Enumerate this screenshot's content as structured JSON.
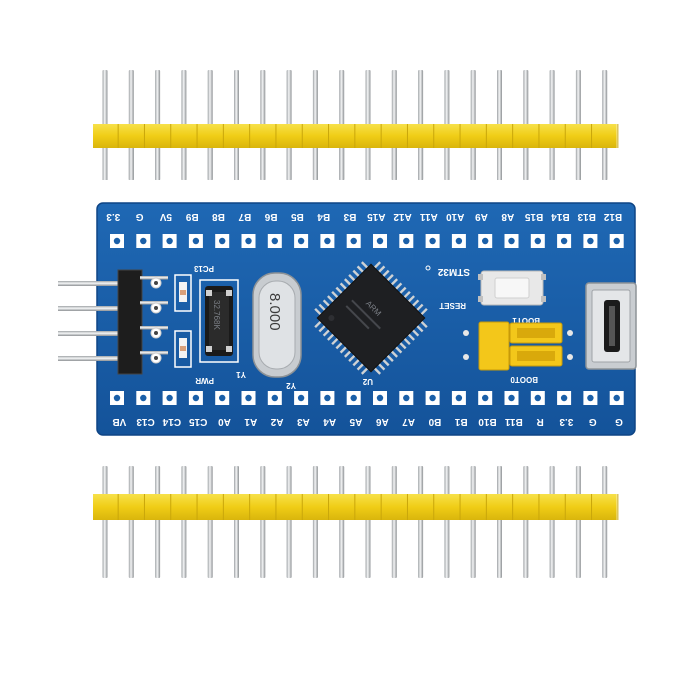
{
  "board": {
    "top_labels": [
      "B12",
      "B13",
      "B14",
      "B15",
      "A8",
      "A9",
      "A10",
      "A11",
      "A12",
      "A15",
      "B3",
      "B4",
      "B5",
      "B6",
      "B7",
      "B8",
      "B9",
      "5V",
      "G",
      "3.3"
    ],
    "bottom_labels": [
      "G",
      "G",
      "3.3",
      "R",
      "B11",
      "B10",
      "B1",
      "B0",
      "A7",
      "A6",
      "A5",
      "A4",
      "A3",
      "A2",
      "A1",
      "A0",
      "C15",
      "C14",
      "C13",
      "VB"
    ],
    "pc13_label": "PC13",
    "pwr_label": "PWR",
    "y1_label": "Y1",
    "y2_label": "Y2",
    "u2_label": "U2",
    "stm32_label": "STM32",
    "reset_label": "RESET",
    "boot0_label": "BOOT0",
    "boot1_label": "BOOT1",
    "crystal_text": "8.000",
    "small_crystal_text": "32.768K",
    "chip_text": "ARM"
  },
  "colors": {
    "pcb": "#1a5fa8",
    "pin_plastic": "#f2d21c",
    "pin_metal": "#cfd2d4",
    "silkscreen": "#ffffff"
  },
  "header_top_pins": 20,
  "header_bottom_pins": 20,
  "swd_pins": 4
}
